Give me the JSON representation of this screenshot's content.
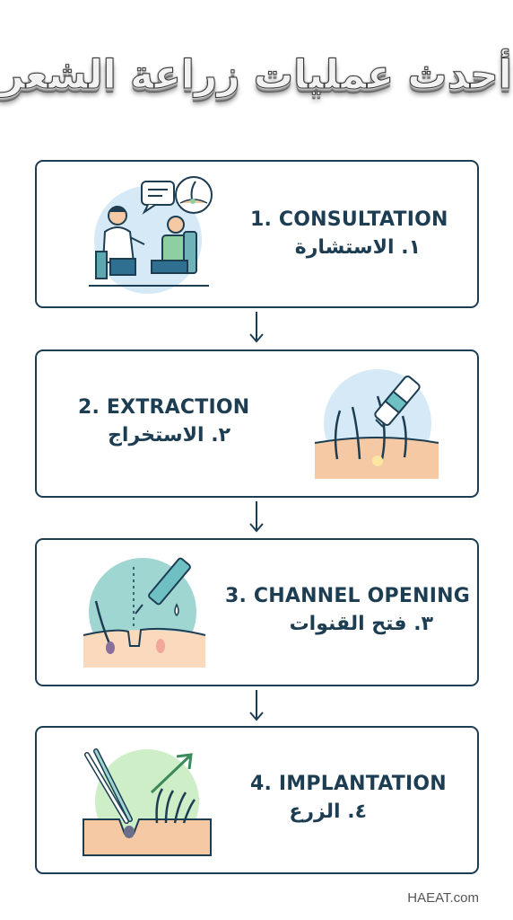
{
  "title": "أحدث عمليات زراعة الشعر",
  "steps": [
    {
      "en": "1. CONSULTATION",
      "ar": "١. الاستشارة"
    },
    {
      "en": "2. EXTRACTION",
      "ar": "٢. الاستخراج"
    },
    {
      "en": "3. CHANNEL OPENING",
      "ar": "٣. فتح القنوات"
    },
    {
      "en": "4. IMPLANTATION",
      "ar": "٤. الزرع"
    }
  ],
  "footer": "HAEAT.com",
  "colors": {
    "navy": "#1d3d52",
    "teal": "#6fc0c2",
    "skin": "#f5c9a3",
    "lightblue": "#d7ecf6"
  }
}
